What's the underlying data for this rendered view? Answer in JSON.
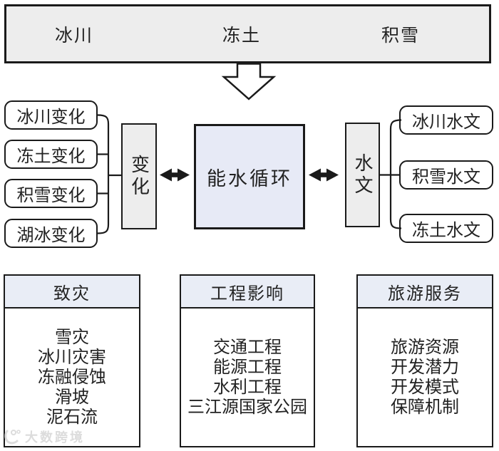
{
  "colors": {
    "panel_gray": "#ededed",
    "hub_lavender": "#e7eaf6",
    "header_blue": "#e9edf6",
    "line_black": "#1a1a1a",
    "text": "#222222"
  },
  "top_banner": {
    "items": [
      "冰川",
      "冻土",
      "积雪"
    ]
  },
  "center_hub": {
    "label": "能水循环"
  },
  "left_group": {
    "hub_label": "变化",
    "items": [
      "冰川变化",
      "冻土变化",
      "积雪变化",
      "湖冰变化"
    ]
  },
  "right_group": {
    "hub_label": "水文",
    "items": [
      "冰川水文",
      "积雪水文",
      "冻土水文"
    ]
  },
  "bottom_panels": [
    {
      "title": "致灾",
      "items": [
        "雪灾",
        "冰川灾害",
        "冻融侵蚀",
        "滑坡",
        "泥石流"
      ]
    },
    {
      "title": "工程影响",
      "items": [
        "交通工程",
        "能源工程",
        "水利工程",
        "三江源国家公园"
      ]
    },
    {
      "title": "旅游服务",
      "items": [
        "旅游资源",
        "开发潜力",
        "开发模式",
        "保障机制"
      ]
    }
  ],
  "watermark": {
    "text": "大数跨境"
  }
}
